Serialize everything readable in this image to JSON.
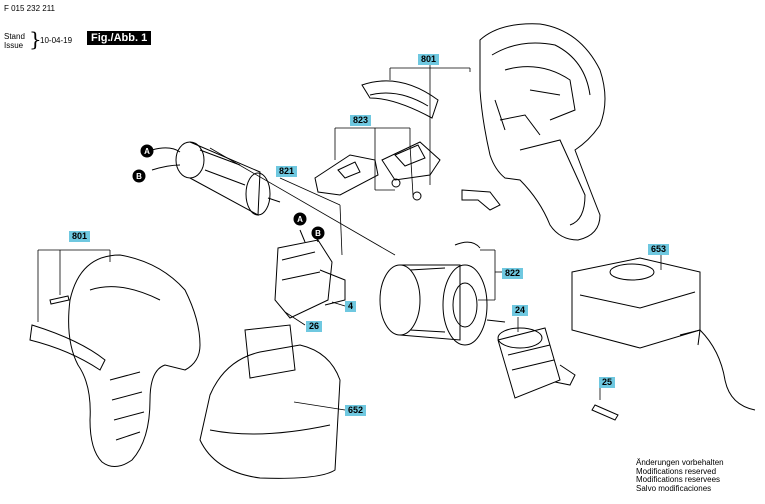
{
  "header": {
    "doc_number": "F 015 232 211",
    "stand_label": "Stand",
    "issue_label": "Issue",
    "brace": "}",
    "date": "10-04-19",
    "fig_label": "Fig./Abb. 1"
  },
  "callouts": {
    "c801_top": "801",
    "c823": "823",
    "c821": "821",
    "c801_left": "801",
    "c4": "4",
    "c26": "26",
    "c652": "652",
    "c822": "822",
    "c24": "24",
    "c25": "25",
    "c653": "653"
  },
  "wire_markers": {
    "a1": "A",
    "b1": "B",
    "a2": "A",
    "b2": "B"
  },
  "notice": {
    "line1": "Änderungen vorbehalten",
    "line2": "Modifications reserved",
    "line3": "Modifications reservees",
    "line4": "Salvo modificaciones"
  },
  "colors": {
    "callout_bg": "#6fc8e0",
    "line": "#000000"
  }
}
